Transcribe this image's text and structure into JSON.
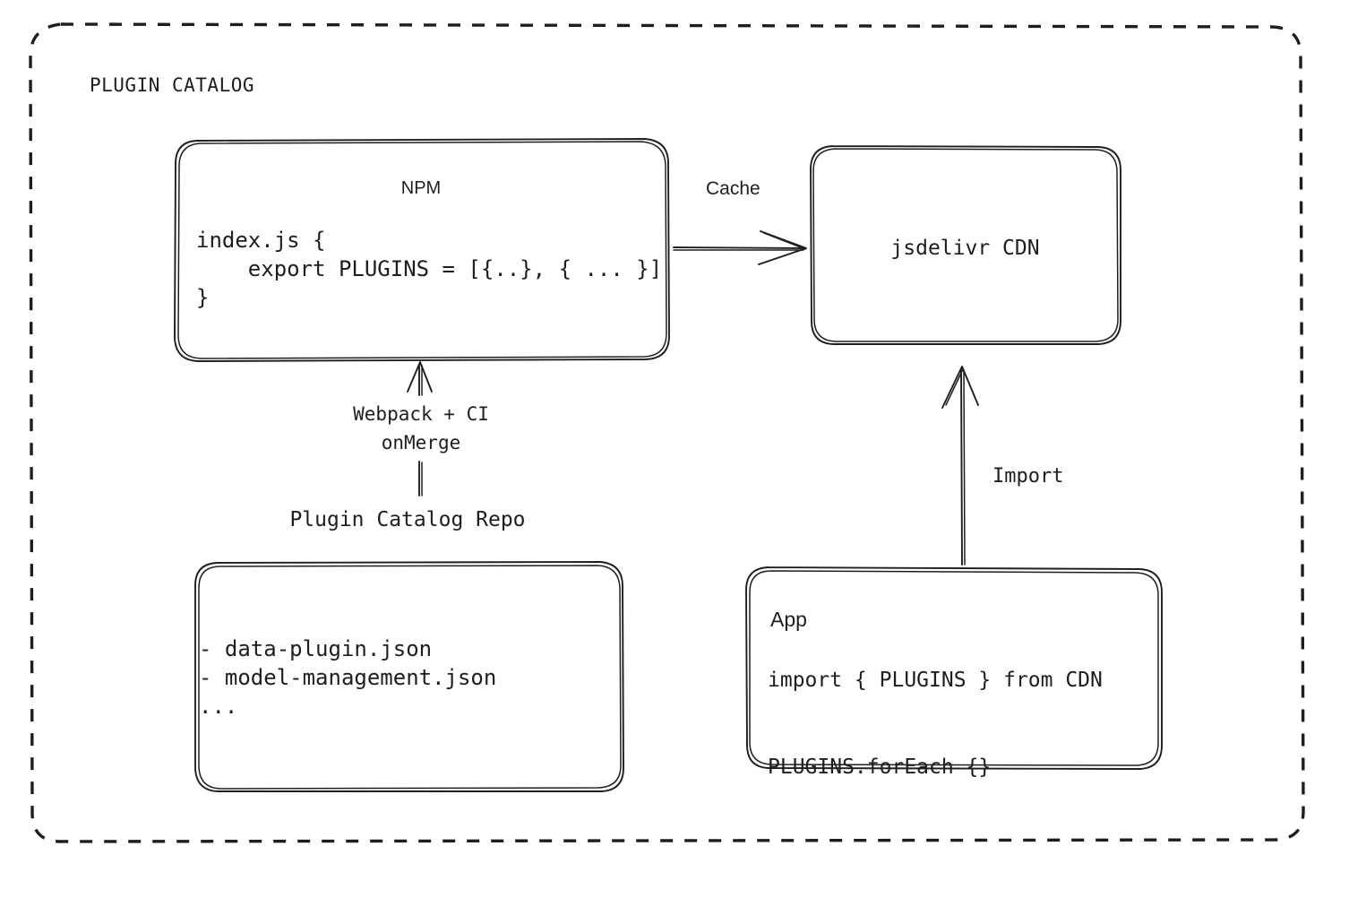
{
  "frame": {
    "title": "PLUGIN CATALOG"
  },
  "nodes": {
    "npm": {
      "title": "NPM",
      "code": "index.js {\n    export PLUGINS = [{..}, { ... }]\n}"
    },
    "cdn": {
      "title": "jsdelivr CDN"
    },
    "repo": {
      "caption": "Plugin Catalog Repo",
      "files": "- data-plugin.json\n- model-management.json\n..."
    },
    "app": {
      "title": "App",
      "code": "import { PLUGINS } from CDN\n\nPLUGINS.forEach {}"
    }
  },
  "edges": {
    "npm_to_cdn": {
      "label": "Cache"
    },
    "repo_to_npm": {
      "label": "Webpack + CI\nonMerge"
    },
    "app_to_cdn": {
      "label": "Import"
    }
  },
  "colors": {
    "stroke": "#1e1e1e",
    "background": "#ffffff"
  }
}
